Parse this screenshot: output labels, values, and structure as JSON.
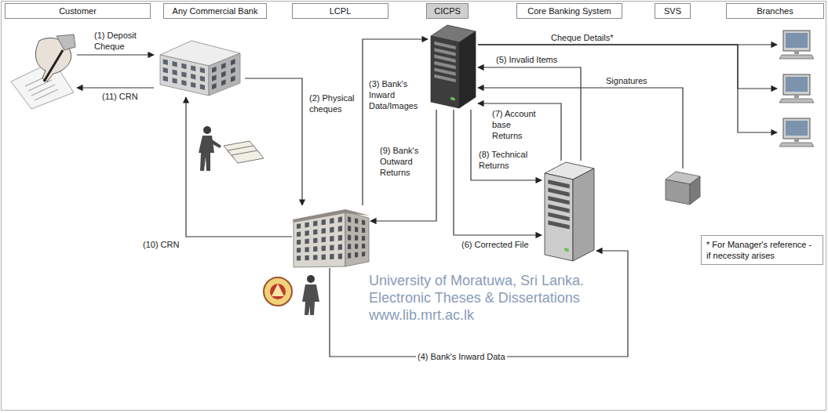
{
  "diagram": {
    "nodes": [
      {
        "text": [
          "Customer"
        ]
      },
      {
        "text": [
          "Any Commercial Bank"
        ]
      },
      {
        "text": [
          "LCPL"
        ]
      },
      {
        "text": [
          "CICPS"
        ]
      },
      {
        "text": [
          "Core Banking System"
        ]
      },
      {
        "text": [
          "SVS"
        ]
      },
      {
        "text": [
          "Branches"
        ]
      },
      {
        "text": []
      },
      {
        "text": []
      },
      {
        "text": []
      },
      {
        "text": []
      },
      {
        "text": []
      },
      {
        "text": []
      },
      {
        "text": []
      },
      {
        "text": []
      },
      {
        "text": []
      },
      {
        "text": [
          "* For Manager's reference - if necessity arises"
        ]
      }
    ],
    "edges": [
      {
        "from": 7,
        "to": 8,
        "arrow": "to",
        "label": "(1) Deposit Cheque"
      },
      {
        "from": 8,
        "to": 7,
        "arrow": "to",
        "label": "(11) CRN"
      },
      {
        "from": 8,
        "to": 13,
        "arrow": "to",
        "label": "(2) Physical cheques"
      },
      {
        "from": 13,
        "to": 9,
        "arrow": "to",
        "label": "(3) Bank's Inward Data/Images"
      },
      {
        "from": 13,
        "to": 14,
        "arrow": "to",
        "label": "(4) Bank's Inward Data"
      },
      {
        "from": 14,
        "to": 9,
        "arrow": "to",
        "label": "(5) Invalid Items"
      },
      {
        "from": 9,
        "to": 14,
        "arrow": "to",
        "label": "(6) Corrected File"
      },
      {
        "from": 14,
        "to": 9,
        "arrow": "to",
        "label": "(7) Account base Returns"
      },
      {
        "from": 9,
        "to": 14,
        "arrow": "to",
        "label": "(8) Technical Returns"
      },
      {
        "from": 9,
        "to": 13,
        "arrow": "to",
        "label": "(9) Bank's Outward Returns"
      },
      {
        "from": 13,
        "to": 8,
        "arrow": "to",
        "label": "(10) CRN"
      },
      {
        "from": 9,
        "to": 10,
        "arrow": "to",
        "label": "Cheque Details*"
      },
      {
        "from": 9,
        "to": 11,
        "arrow": "to"
      },
      {
        "from": 9,
        "to": 12,
        "arrow": "to"
      },
      {
        "from": 15,
        "to": 9,
        "arrow": "to",
        "label": "Signatures"
      }
    ],
    "labels": [
      "University of Moratuwa, Sri Lanka.",
      "Electronic Theses & Dissertations",
      "www.lib.mrt.ac.lk"
    ]
  }
}
